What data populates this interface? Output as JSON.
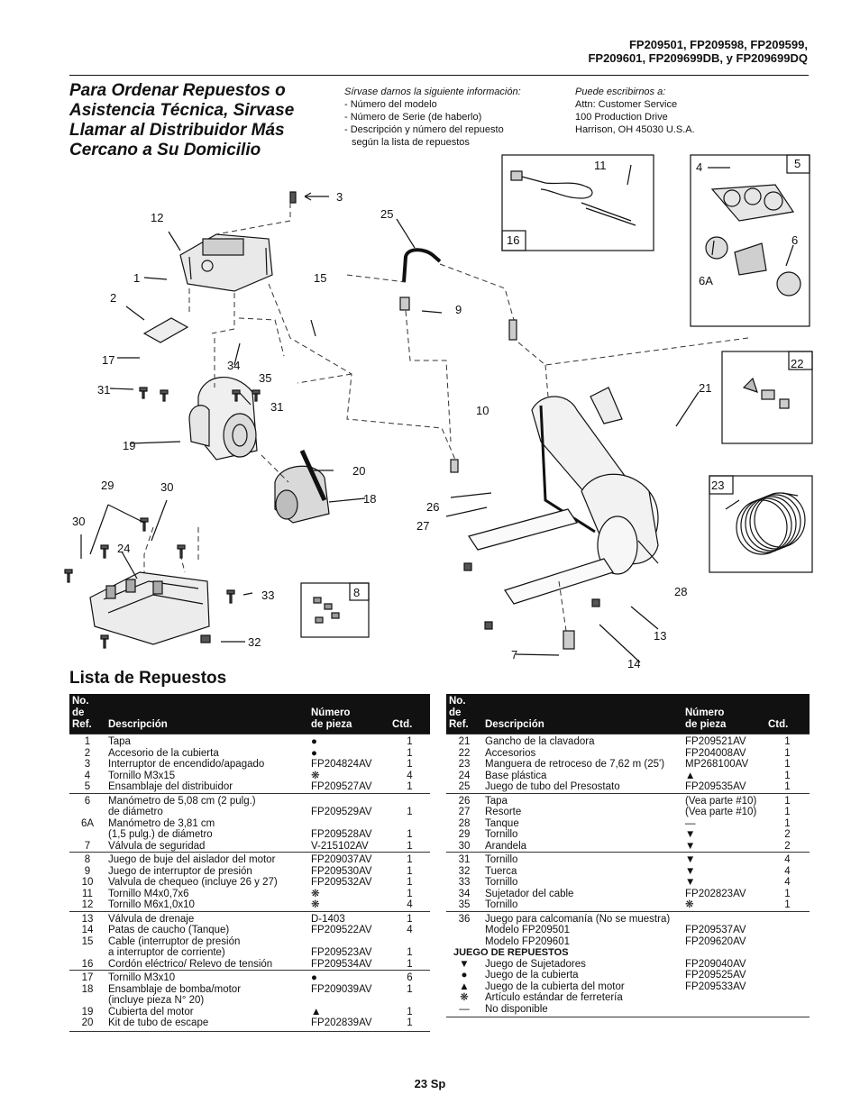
{
  "header": {
    "models_line1": "FP209501, FP209598, FP209599,",
    "models_line2": "FP209601, FP209699DB, y FP209699DQ",
    "headline": "Para Ordenar Repuestos o Asistencia Técnica, Sirvase Llamar al Distribuidor Más Cercano a Su Domicilio",
    "info_left": {
      "intro": "Sírvase darnos la siguiente información:",
      "lines": [
        "- Número del modelo",
        "- Número de Serie (de haberlo)",
        "- Descripción y número del repuesto",
        "  según la lista de repuestos"
      ]
    },
    "info_right": {
      "intro": "Puede escribirnos a:",
      "lines": [
        "Attn: Customer Service",
        "100 Production Drive",
        "Harrison, OH 45030 U.S.A."
      ]
    }
  },
  "diagram": {
    "callouts": {
      "c1": "1",
      "c2": "2",
      "c3": "3",
      "c4": "4",
      "c5": "5",
      "c6": "6",
      "c6a": "6A",
      "c7": "7",
      "c8": "8",
      "c9": "9",
      "c10": "10",
      "c11": "11",
      "c12": "12",
      "c13": "13",
      "c14": "14",
      "c15": "15",
      "c16": "16",
      "c17": "17",
      "c18": "18",
      "c19": "19",
      "c20": "20",
      "c21": "21",
      "c22": "22",
      "c23": "23",
      "c24": "24",
      "c25": "25",
      "c26": "26",
      "c27": "27",
      "c28": "28",
      "c29": "29",
      "c30a": "30",
      "c30b": "30",
      "c31a": "31",
      "c31b": "31",
      "c32": "32",
      "c33": "33",
      "c34": "34",
      "c35": "35"
    }
  },
  "parts_list": {
    "title": "Lista de Repuestos",
    "columns": {
      "ref": "No. de\nRef.",
      "desc": "Descripción",
      "part": "Número\nde pieza",
      "qty": "Ctd."
    },
    "left_groups": [
      [
        {
          "ref": "1",
          "desc": "Tapa",
          "part": "●",
          "qty": "1"
        },
        {
          "ref": "2",
          "desc": "Accesorio de la cubierta",
          "part": "●",
          "qty": "1"
        },
        {
          "ref": "3",
          "desc": "Interruptor de encendido/apagado",
          "part": "FP204824AV",
          "qty": "1"
        },
        {
          "ref": "4",
          "desc": "Tornillo M3x15",
          "part": "❋",
          "qty": "4"
        },
        {
          "ref": "5",
          "desc": "Ensamblaje del distribuidor",
          "part": "FP209527AV",
          "qty": "1"
        }
      ],
      [
        {
          "ref": "6",
          "desc": "Manómetro de 5,08 cm (2 pulg.)",
          "part": "",
          "qty": ""
        },
        {
          "ref": "",
          "desc": "de diámetro",
          "part": "FP209529AV",
          "qty": "1"
        },
        {
          "ref": "6A",
          "desc": "Manómetro de 3,81 cm",
          "part": "",
          "qty": ""
        },
        {
          "ref": "",
          "desc": "(1,5 pulg.) de diámetro",
          "part": "FP209528AV",
          "qty": "1"
        },
        {
          "ref": "7",
          "desc": "Válvula de seguridad",
          "part": "V-215102AV",
          "qty": "1"
        }
      ],
      [
        {
          "ref": "8",
          "desc": "Juego de buje del aislador del motor",
          "part": "FP209037AV",
          "qty": "1"
        },
        {
          "ref": "9",
          "desc": "Juego de interruptor de presión",
          "part": "FP209530AV",
          "qty": "1"
        },
        {
          "ref": "10",
          "desc": "Valvula de chequeo (incluye 26 y 27)",
          "part": "FP209532AV",
          "qty": "1"
        },
        {
          "ref": "11",
          "desc": "Tornillo M4x0,7x6",
          "part": "❋",
          "qty": "1"
        },
        {
          "ref": "12",
          "desc": "Tornillo M6x1,0x10",
          "part": "❋",
          "qty": "4"
        }
      ],
      [
        {
          "ref": "13",
          "desc": "Válvula de drenaje",
          "part": "D-1403",
          "qty": "1"
        },
        {
          "ref": "14",
          "desc": "Patas de caucho (Tanque)",
          "part": "FP209522AV",
          "qty": "4"
        },
        {
          "ref": "15",
          "desc": "Cable (interruptor de presión",
          "part": "",
          "qty": ""
        },
        {
          "ref": "",
          "desc": "a interruptor de corriente)",
          "part": "FP209523AV",
          "qty": "1"
        },
        {
          "ref": "16",
          "desc": "Cordón eléctrico/ Relevo de tensión",
          "part": "FP209534AV",
          "qty": "1"
        }
      ],
      [
        {
          "ref": "17",
          "desc": "Tornillo M3x10",
          "part": "●",
          "qty": "6"
        },
        {
          "ref": "18",
          "desc": "Ensamblaje de bomba/motor",
          "part": "FP209039AV",
          "qty": "1"
        },
        {
          "ref": "",
          "desc": "(incluye pieza N° 20)",
          "part": "",
          "qty": ""
        },
        {
          "ref": "19",
          "desc": "Cubierta del motor",
          "part": "▲",
          "qty": "1"
        },
        {
          "ref": "20",
          "desc": "Kit de tubo de escape",
          "part": "FP202839AV",
          "qty": "1"
        }
      ]
    ],
    "right_groups": [
      [
        {
          "ref": "21",
          "desc": "Gancho de la clavadora",
          "part": "FP209521AV",
          "qty": "1"
        },
        {
          "ref": "22",
          "desc": "Accesorios",
          "part": "FP204008AV",
          "qty": "1"
        },
        {
          "ref": "23",
          "desc": "Manguera de retroceso de 7,62 m (25')",
          "part": "MP268100AV",
          "qty": "1"
        },
        {
          "ref": "24",
          "desc": "Base plástica",
          "part": "▲",
          "qty": "1"
        },
        {
          "ref": "25",
          "desc": "Juego de tubo del Presostato",
          "part": "FP209535AV",
          "qty": "1"
        }
      ],
      [
        {
          "ref": "26",
          "desc": "Tapa",
          "part": "(Vea parte #10)",
          "qty": "1"
        },
        {
          "ref": "27",
          "desc": "Resorte",
          "part": "(Vea parte #10)",
          "qty": "1"
        },
        {
          "ref": "28",
          "desc": "Tanque",
          "part": "—",
          "qty": "1"
        },
        {
          "ref": "29",
          "desc": "Tornillo",
          "part": "▼",
          "qty": "2"
        },
        {
          "ref": "30",
          "desc": "Arandela",
          "part": "▼",
          "qty": "2"
        }
      ],
      [
        {
          "ref": "31",
          "desc": "Tornillo",
          "part": "▼",
          "qty": "4"
        },
        {
          "ref": "32",
          "desc": "Tuerca",
          "part": "▼",
          "qty": "4"
        },
        {
          "ref": "33",
          "desc": "Tornillo",
          "part": "▼",
          "qty": "4"
        },
        {
          "ref": "34",
          "desc": "Sujetador del cable",
          "part": "FP202823AV",
          "qty": "1"
        },
        {
          "ref": "35",
          "desc": "Tornillo",
          "part": "❋",
          "qty": "1"
        }
      ],
      [
        {
          "ref": "36",
          "desc": "Juego para calcomanía (No se muestra)",
          "part": "",
          "qty": ""
        },
        {
          "ref": "",
          "desc": "  Modelo FP209501",
          "part": "FP209537AV",
          "qty": ""
        },
        {
          "ref": "",
          "desc": "  Modelo FP209601",
          "part": "FP209620AV",
          "qty": ""
        }
      ]
    ],
    "kit_title": "JUEGO DE REPUESTOS",
    "kit_items": [
      {
        "ref": "▼",
        "desc": "Juego de Sujetadores",
        "part": "FP209040AV"
      },
      {
        "ref": "●",
        "desc": "Juego de la cubierta",
        "part": "FP209525AV"
      },
      {
        "ref": "▲",
        "desc": "Juego de la cubierta del motor",
        "part": "FP209533AV"
      },
      {
        "ref": "❋",
        "desc": "Artículo estándar de ferretería",
        "part": ""
      },
      {
        "ref": "—",
        "desc": "No disponible",
        "part": ""
      }
    ]
  },
  "footer": {
    "page": "23 Sp"
  }
}
